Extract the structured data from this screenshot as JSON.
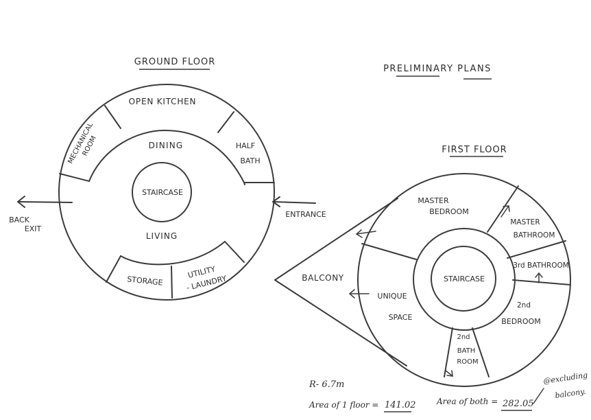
{
  "headings": {
    "ground_floor": "GROUND FLOOR",
    "preliminary_plans": "PRELIMINARY PLANS",
    "first_floor": "FIRST FLOOR"
  },
  "ground_floor": {
    "rooms": {
      "open_kitchen": "OPEN KITCHEN",
      "mechanical_room_1": "MECHANICAL",
      "mechanical_room_2": "ROOM",
      "dining": "DINING",
      "half_bath_1": "HALF",
      "half_bath_2": "BATH",
      "staircase": "STAIRCASE",
      "living": "LIVING",
      "storage": "STORAGE",
      "utility_1": "UTILITY",
      "utility_2": "- LAUNDRY"
    },
    "back_exit_1": "BACK",
    "back_exit_2": "EXIT",
    "entrance": "ENTRANCE"
  },
  "first_floor": {
    "rooms": {
      "master_bedroom_1": "MASTER",
      "master_bedroom_2": "BEDROOM",
      "master_bathroom_1": "MASTER",
      "master_bathroom_2": "BATHROOM",
      "third_bathroom": "3rd BATHROOM",
      "staircase": "STAIRCASE",
      "balcony": "BALCONY",
      "unique_space_1": "UNIQUE",
      "unique_space_2": "SPACE",
      "second_bedroom_1": "2nd",
      "second_bedroom_2": "BEDROOM",
      "second_bathroom_1": "2nd",
      "second_bathroom_2": "BATH",
      "second_bathroom_3": "ROOM"
    }
  },
  "notes": {
    "radius": "R- 6.7m",
    "area_one_floor_label": "Area of 1 floor =",
    "area_one_floor_value": "141.02",
    "area_both_label": "Area of both =",
    "area_both_value": "282.05",
    "excluding_1": "@excluding",
    "excluding_2": "balcony."
  }
}
